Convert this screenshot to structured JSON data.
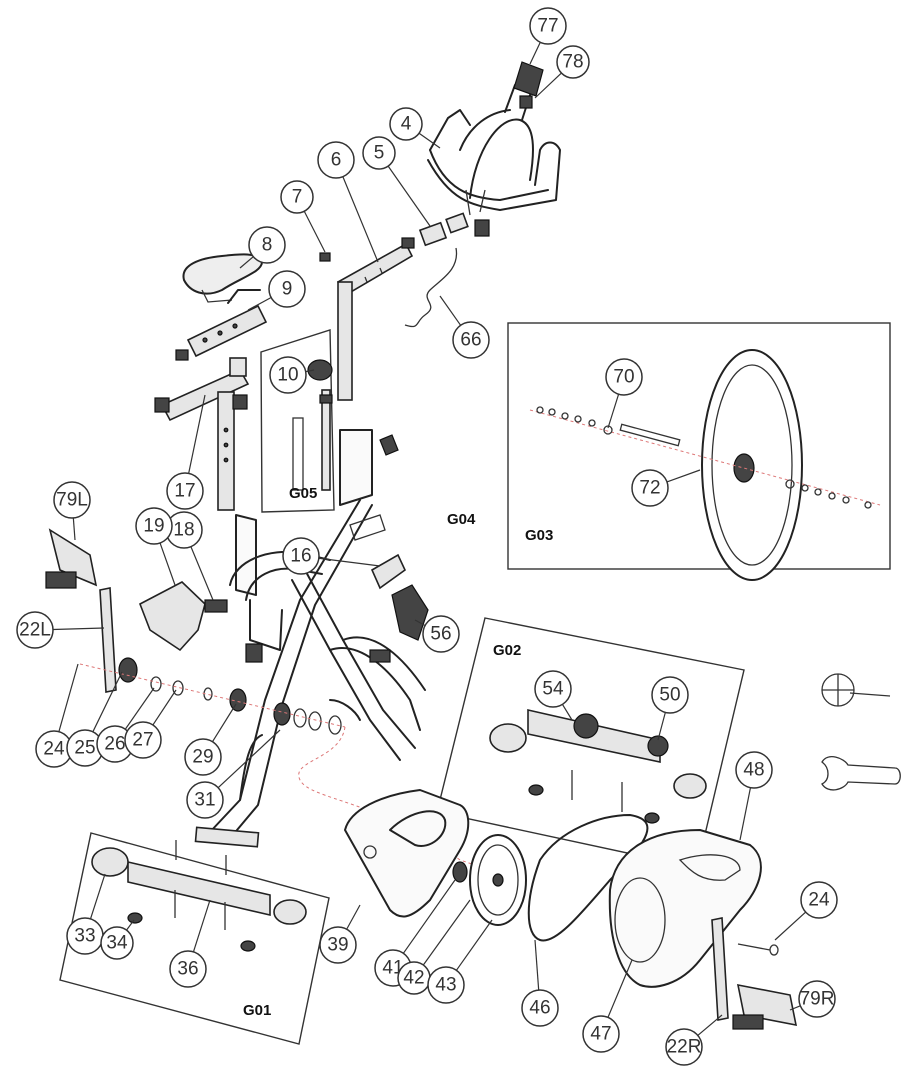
{
  "diagram": {
    "groups": [
      {
        "id": "G01",
        "label": "G01"
      },
      {
        "id": "G02",
        "label": "G02"
      },
      {
        "id": "G03",
        "label": "G03"
      },
      {
        "id": "G04",
        "label": "G04"
      },
      {
        "id": "G05",
        "label": "G05"
      }
    ],
    "callouts": [
      {
        "label": "77"
      },
      {
        "label": "78"
      },
      {
        "label": "4"
      },
      {
        "label": "5"
      },
      {
        "label": "6"
      },
      {
        "label": "7"
      },
      {
        "label": "8"
      },
      {
        "label": "9"
      },
      {
        "label": "66"
      },
      {
        "label": "10"
      },
      {
        "label": "70"
      },
      {
        "label": "72"
      },
      {
        "label": "17"
      },
      {
        "label": "18"
      },
      {
        "label": "19"
      },
      {
        "label": "79L"
      },
      {
        "label": "16"
      },
      {
        "label": "22L"
      },
      {
        "label": "56"
      },
      {
        "label": "54"
      },
      {
        "label": "50"
      },
      {
        "label": "24"
      },
      {
        "label": "25"
      },
      {
        "label": "26"
      },
      {
        "label": "27"
      },
      {
        "label": "29"
      },
      {
        "label": "31"
      },
      {
        "label": "48"
      },
      {
        "label": "33"
      },
      {
        "label": "34"
      },
      {
        "label": "36"
      },
      {
        "label": "39"
      },
      {
        "label": "41"
      },
      {
        "label": "42"
      },
      {
        "label": "43"
      },
      {
        "label": "46"
      },
      {
        "label": "47"
      },
      {
        "label": "24"
      },
      {
        "label": "79R"
      },
      {
        "label": "22R"
      }
    ]
  }
}
